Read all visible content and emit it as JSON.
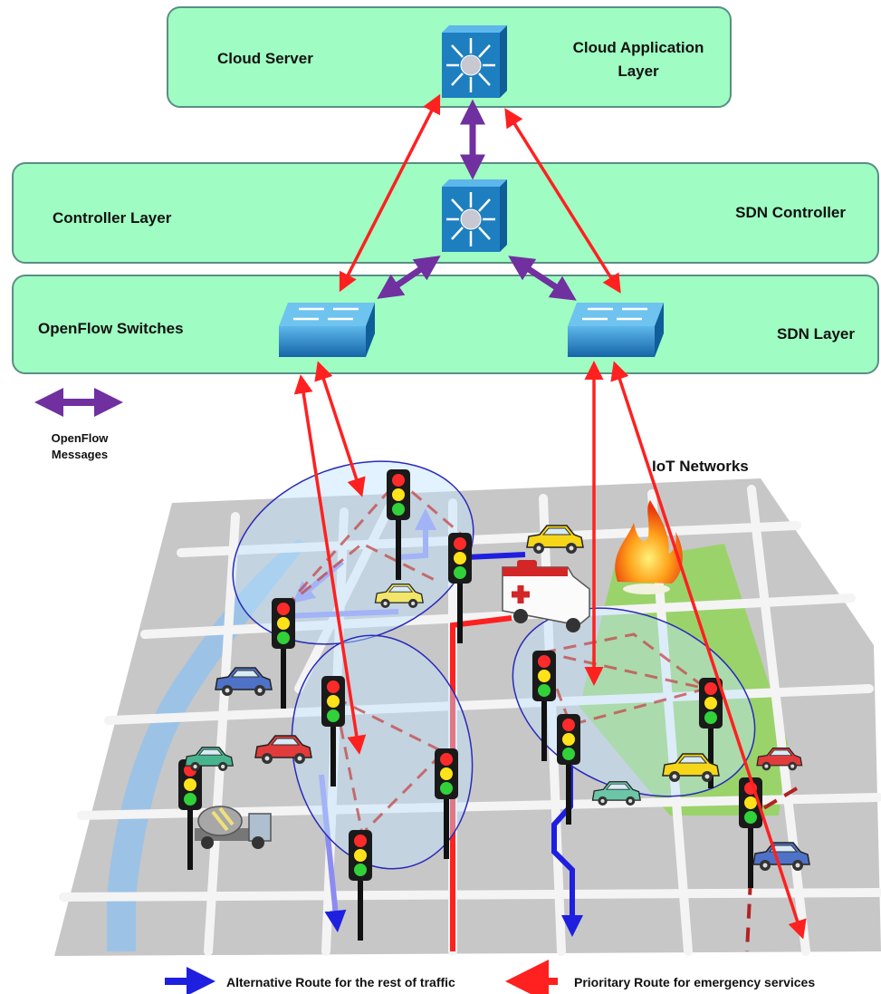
{
  "layers": {
    "cloud": {
      "left_label": "Cloud Server",
      "right_label_line1": "Cloud Application",
      "right_label_line2": "Layer"
    },
    "controller": {
      "left_label": "Controller Layer",
      "right_label": "SDN Controller"
    },
    "switches": {
      "left_label": "OpenFlow Switches",
      "right_label": "SDN Layer"
    }
  },
  "legend_openflow": {
    "line1": "OpenFlow",
    "line2": "Messages"
  },
  "iot_label": "IoT Networks",
  "bottom_legend": {
    "alternative": "Alternative Route for the rest of traffic",
    "priority": "Prioritary Route  for emergency services"
  },
  "colors": {
    "layer_fill": "#9ffcc2",
    "layer_stroke": "#5a8e86",
    "openflow_arrow": "#7030a0",
    "priority_arrow": "#ff2020",
    "alternative_arrow": "#1f1fe0",
    "switch_blue": "#1d7fc0",
    "map_block": "#c9c9c9",
    "map_street": "#f4f4f4",
    "river": "#9cc3e6",
    "park": "#9bd36b"
  },
  "icons": [
    "multilayer-switch-icon",
    "openflow-switch-icon",
    "traffic-light-icon",
    "car-icon",
    "ambulance-icon",
    "fire-icon",
    "taxi-icon",
    "cement-truck-icon"
  ]
}
